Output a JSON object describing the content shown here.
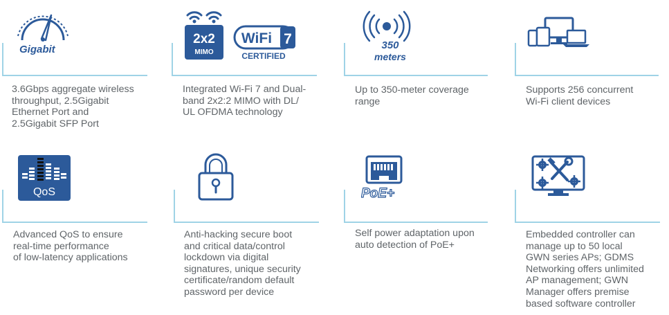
{
  "colors": {
    "icon_blue": "#2c5a9a",
    "line_cyan": "#9fd3e6",
    "text_gray": "#5f6468"
  },
  "features": [
    {
      "icon": "speedometer-icon",
      "icon_label": "Gigabit",
      "description": "3.6Gbps aggregate wireless\nthroughput, 2.5Gigabit\nEthernet Port and\n2.5Gigabit SFP Port"
    },
    {
      "icon": "wifi7-mimo-icon",
      "mimo_top": "2x2",
      "mimo_bottom": "MIMO",
      "wifi_text": "WiFi",
      "wifi_seven": "7",
      "wifi_certified": "CERTIFIED",
      "description": "Integrated Wi-Fi 7 and Dual-\nband 2x2:2 MIMO with DL/\nUL OFDMA technology"
    },
    {
      "icon": "coverage-icon",
      "icon_label_top": "350",
      "icon_label_bottom": "meters",
      "description": "Up to 350-meter coverage\nrange"
    },
    {
      "icon": "devices-icon",
      "description": "Supports 256 concurrent\nWi-Fi client devices"
    },
    {
      "icon": "qos-icon",
      "icon_label": "QoS",
      "description": "Advanced QoS to ensure\nreal-time performance\nof low-latency applications"
    },
    {
      "icon": "lock-icon",
      "description": "Anti-hacking secure boot\nand critical data/control\nlockdown via digital\nsignatures, unique security\ncertificate/random default\npassword per device"
    },
    {
      "icon": "poe-icon",
      "icon_label": "PoE+",
      "description": "Self power adaptation upon\nauto detection of PoE+"
    },
    {
      "icon": "controller-icon",
      "description": "Embedded controller can\nmanage up to 50 local\nGWN series APs; GDMS\nNetworking offers unlimited\nAP management; GWN\nManager offers premise\nbased software controller"
    }
  ]
}
